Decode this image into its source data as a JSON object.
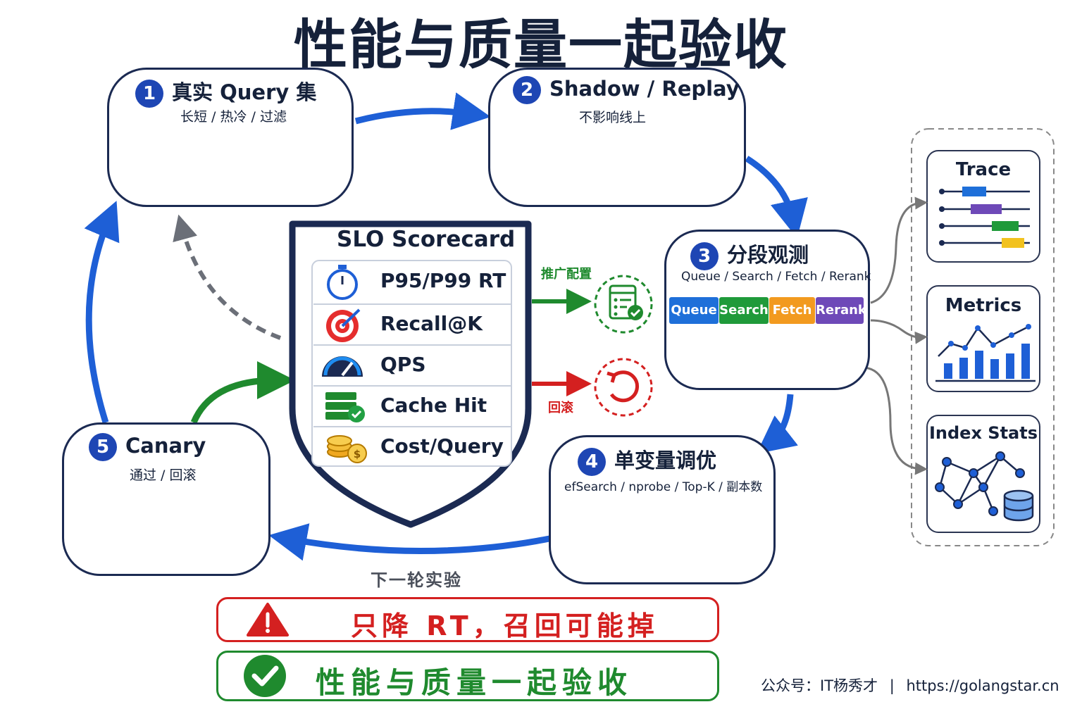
{
  "title": "性能与质量一起验收",
  "steps": [
    {
      "num": "1",
      "title": "真实 Query 集",
      "sub": "长短 / 热冷 / 过滤"
    },
    {
      "num": "2",
      "title": "Shadow / Replay",
      "sub": "不影响线上"
    },
    {
      "num": "3",
      "title": "分段观测",
      "sub": "Queue / Search / Fetch / Rerank",
      "segments": [
        {
          "label": "Queue",
          "color": "#1e6fd9"
        },
        {
          "label": "Search",
          "color": "#1f9a3a"
        },
        {
          "label": "Fetch",
          "color": "#f29a1f"
        },
        {
          "label": "Rerank",
          "color": "#6e49b8"
        }
      ]
    },
    {
      "num": "4",
      "title": "单变量调优",
      "sub": "efSearch / nprobe / Top-K / 副本数"
    },
    {
      "num": "5",
      "title": "Canary",
      "sub": "通过 / 回滚"
    }
  ],
  "scorecard": {
    "title": "SLO Scorecard",
    "metrics": [
      {
        "label": "P95/P99 RT",
        "icon": "stopwatch-icon"
      },
      {
        "label": "Recall@K",
        "icon": "target-icon"
      },
      {
        "label": "QPS",
        "icon": "gauge-icon"
      },
      {
        "label": "Cache Hit",
        "icon": "server-check-icon"
      },
      {
        "label": "Cost/Query",
        "icon": "coins-icon"
      }
    ]
  },
  "branches": {
    "promote": "推广配置",
    "rollback": "回滚"
  },
  "loop_label": "下一轮实验",
  "observability": [
    "Trace",
    "Metrics",
    "Index Stats"
  ],
  "warning": "只降 RT，召回可能掉",
  "success": "性能与质量一起验收",
  "footer": {
    "author": "公众号：IT杨秀才",
    "separator": "|",
    "url": "https://golangstar.cn"
  },
  "colors": {
    "navy": "#1b2a52",
    "blue": "#1e5fd6",
    "green": "#1f8a2e",
    "red": "#d42020",
    "gray": "#666a73"
  }
}
